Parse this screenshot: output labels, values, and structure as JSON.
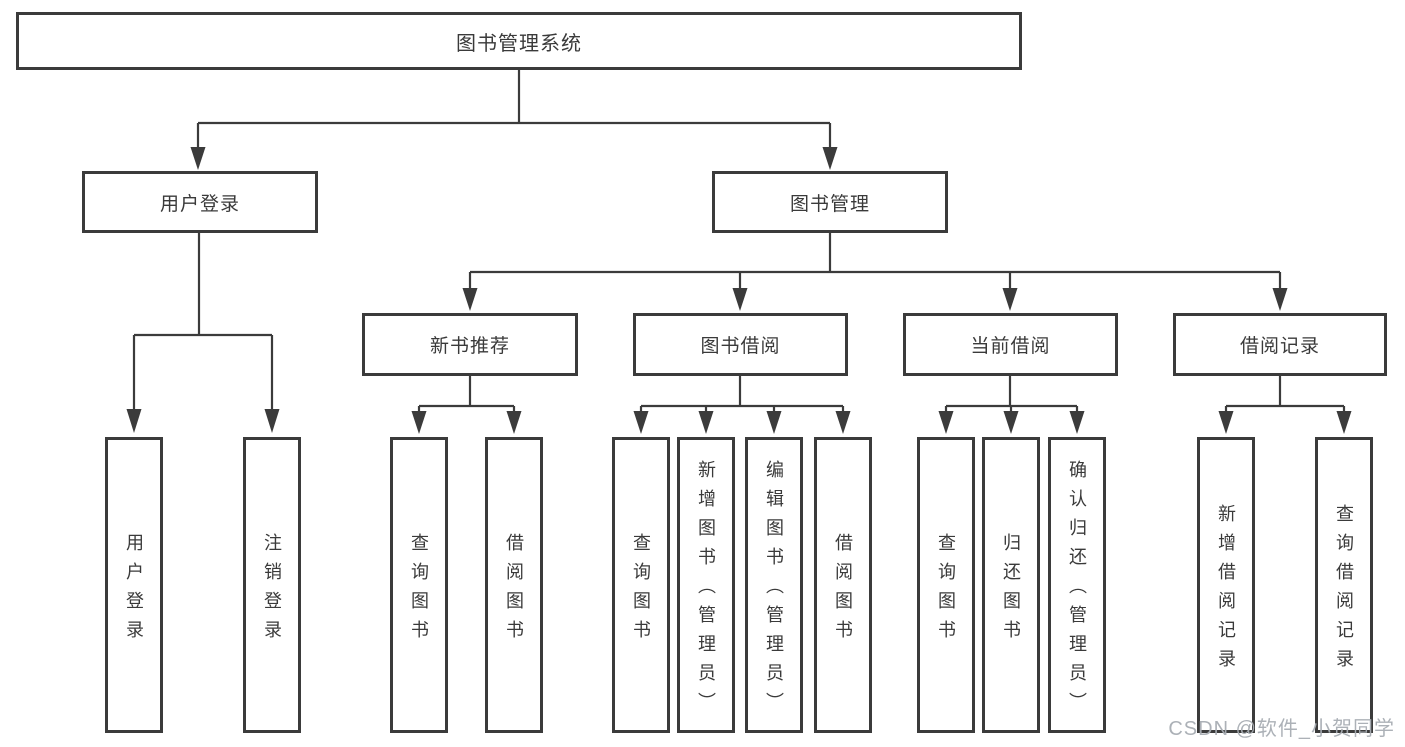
{
  "diagram": {
    "type": "org-tree",
    "title": "图书管理系统",
    "root": {
      "label": "图书管理系统"
    },
    "level2": [
      {
        "label": "用户登录"
      },
      {
        "label": "图书管理"
      }
    ],
    "level3": [
      {
        "label": "新书推荐",
        "parent": "图书管理"
      },
      {
        "label": "图书借阅",
        "parent": "图书管理"
      },
      {
        "label": "当前借阅",
        "parent": "图书管理"
      },
      {
        "label": "借阅记录",
        "parent": "图书管理"
      }
    ],
    "leaves": [
      {
        "label": "用户登录",
        "parent": "用户登录"
      },
      {
        "label": "注销登录",
        "parent": "用户登录"
      },
      {
        "label": "查询图书",
        "parent": "新书推荐"
      },
      {
        "label": "借阅图书",
        "parent": "新书推荐"
      },
      {
        "label": "查询图书",
        "parent": "图书借阅"
      },
      {
        "label": "新增图书（管理员）",
        "parent": "图书借阅"
      },
      {
        "label": "编辑图书（管理员）",
        "parent": "图书借阅"
      },
      {
        "label": "借阅图书",
        "parent": "图书借阅"
      },
      {
        "label": "查询图书",
        "parent": "当前借阅"
      },
      {
        "label": "归还图书",
        "parent": "当前借阅"
      },
      {
        "label": "确认归还（管理员）",
        "parent": "当前借阅"
      },
      {
        "label": "新增借阅记录",
        "parent": "借阅记录"
      },
      {
        "label": "查询借阅记录",
        "parent": "借阅记录"
      }
    ]
  },
  "watermark": {
    "text": "CSDN @软件_小贺同学"
  },
  "colors": {
    "line": "#3b3b3b",
    "box_border": "#3b3b3b",
    "box_background": "#ffffff",
    "text": "#3a3a3a",
    "watermark": "#a8adb3"
  }
}
